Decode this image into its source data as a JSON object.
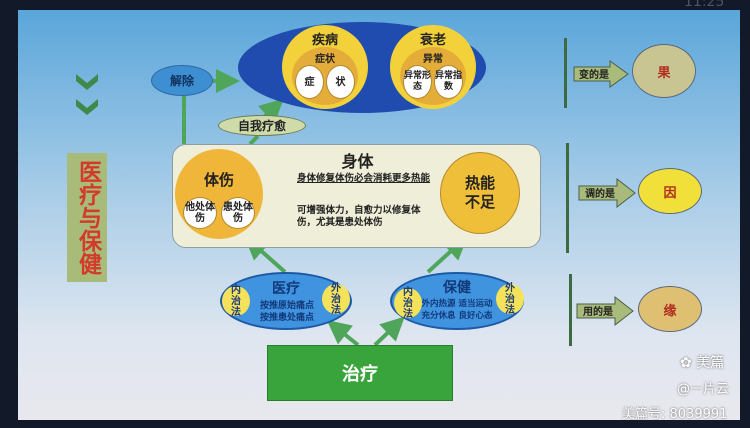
{
  "status": {
    "clock": "11:25"
  },
  "side_label": "医疗与保健",
  "nodes": {
    "jiechu": "解除",
    "ziwo": "自我疗愈",
    "jibing": {
      "title": "疾病",
      "sub": "症状",
      "a": "症",
      "b": "状"
    },
    "shuailao": {
      "title": "衰老",
      "sub": "异常",
      "a": "异常形态",
      "b": "异常指数"
    },
    "shenti": {
      "title": "身体",
      "text_top": "身体修复体伤必会消耗更多热能",
      "text_bottom": "可增强体力，自愈力以修复体伤，尤其是患处体伤"
    },
    "tishang": {
      "title": "体伤",
      "a": "他处体伤",
      "b": "患处体伤"
    },
    "reneng": "热能不足",
    "yiliao": {
      "title": "医疗",
      "left": "内治法",
      "right": "外治法",
      "line1": "按推原始痛点",
      "line2": "按推患处痛点"
    },
    "baojian": {
      "title": "保健",
      "left": "内治法",
      "right": "外治法",
      "line1": "外内热源 适当运动",
      "line2": "充分休息 良好心态"
    },
    "zhiliao": "治疗"
  },
  "right": [
    {
      "label": "变的是",
      "value": "果",
      "color": "#c9c592"
    },
    {
      "label": "调的是",
      "value": "因",
      "color": "#f2e03a"
    },
    {
      "label": "用的是",
      "value": "缘",
      "color": "#dfc073"
    }
  ],
  "watermark": {
    "brand": "美篇",
    "user": "@一片云",
    "id": "美篇号: 8039991"
  }
}
